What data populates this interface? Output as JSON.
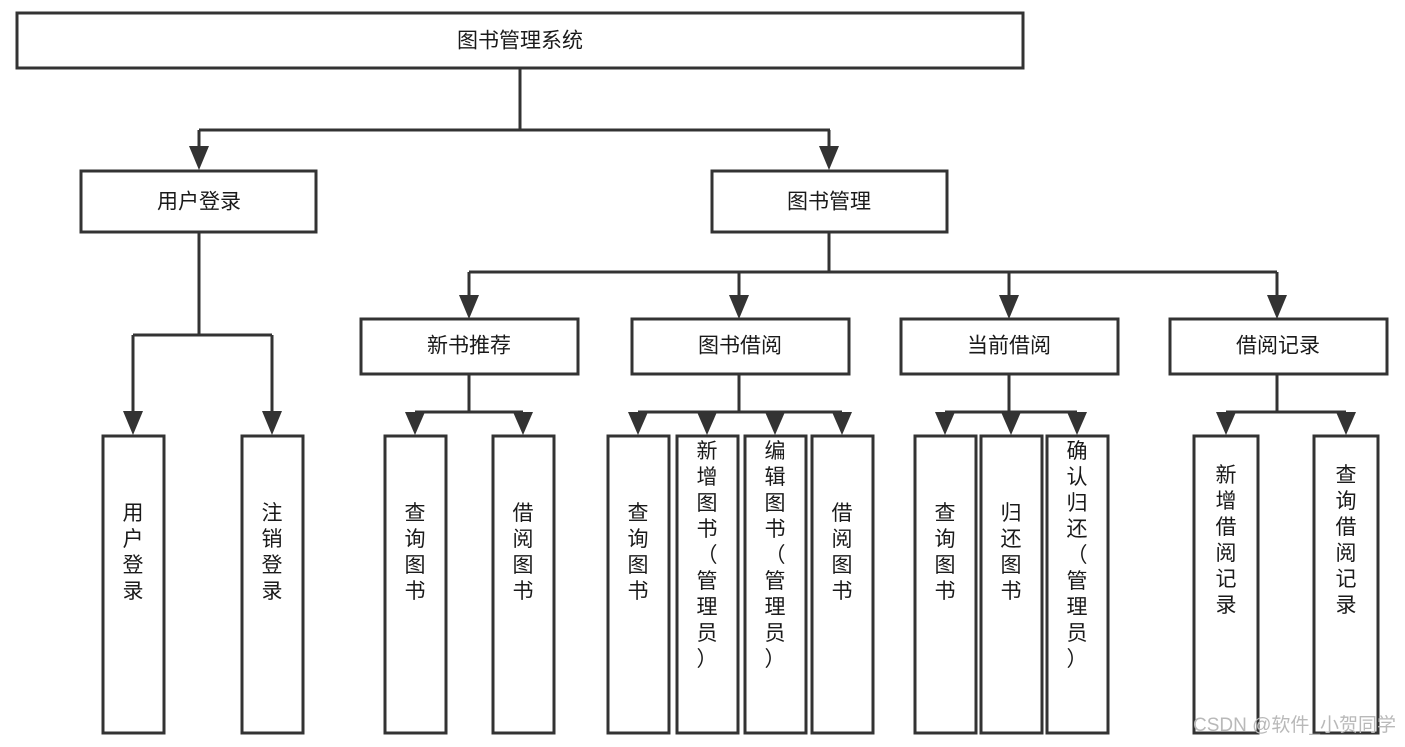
{
  "diagram": {
    "type": "tree",
    "title": "图书管理系统",
    "orientation": "top-down",
    "colors": {
      "stroke": "#333333",
      "fill": "#ffffff",
      "text": "#1a1a1a",
      "watermark": "#b9b9b9"
    },
    "root": {
      "id": "root",
      "label": "图书管理系统",
      "text_orientation": "horizontal"
    },
    "level2": [
      {
        "id": "user-login",
        "label": "用户登录",
        "text_orientation": "horizontal"
      },
      {
        "id": "book-manage",
        "label": "图书管理",
        "text_orientation": "horizontal"
      }
    ],
    "level3": [
      {
        "id": "new-book-recommend",
        "label": "新书推荐",
        "text_orientation": "horizontal",
        "parent": "book-manage"
      },
      {
        "id": "book-borrow",
        "label": "图书借阅",
        "text_orientation": "horizontal",
        "parent": "book-manage"
      },
      {
        "id": "current-borrow",
        "label": "当前借阅",
        "text_orientation": "horizontal",
        "parent": "book-manage"
      },
      {
        "id": "borrow-record",
        "label": "借阅记录",
        "text_orientation": "horizontal",
        "parent": "book-manage"
      }
    ],
    "leaves": [
      {
        "id": "leaf-user-login",
        "label": "用户登录",
        "text_orientation": "vertical",
        "parent": "user-login"
      },
      {
        "id": "leaf-logout",
        "label": "注销登录",
        "text_orientation": "vertical",
        "parent": "user-login"
      },
      {
        "id": "leaf-query-book-1",
        "label": "查询图书",
        "text_orientation": "vertical",
        "parent": "new-book-recommend"
      },
      {
        "id": "leaf-borrow-book-1",
        "label": "借阅图书",
        "text_orientation": "vertical",
        "parent": "new-book-recommend"
      },
      {
        "id": "leaf-query-book-2",
        "label": "查询图书",
        "text_orientation": "vertical",
        "parent": "book-borrow"
      },
      {
        "id": "leaf-add-book",
        "label": "新增图书（管理员）",
        "text_orientation": "vertical",
        "parent": "book-borrow"
      },
      {
        "id": "leaf-edit-book",
        "label": "编辑图书（管理员）",
        "text_orientation": "vertical",
        "parent": "book-borrow"
      },
      {
        "id": "leaf-borrow-book-2",
        "label": "借阅图书",
        "text_orientation": "vertical",
        "parent": "book-borrow"
      },
      {
        "id": "leaf-query-book-3",
        "label": "查询图书",
        "text_orientation": "vertical",
        "parent": "current-borrow"
      },
      {
        "id": "leaf-return-book",
        "label": "归还图书",
        "text_orientation": "vertical",
        "parent": "current-borrow"
      },
      {
        "id": "leaf-confirm-return",
        "label": "确认归还（管理员）",
        "text_orientation": "vertical",
        "parent": "current-borrow"
      },
      {
        "id": "leaf-add-record",
        "label": "新增借阅记录",
        "text_orientation": "vertical",
        "parent": "borrow-record"
      },
      {
        "id": "leaf-query-record",
        "label": "查询借阅记录",
        "text_orientation": "vertical",
        "parent": "borrow-record"
      }
    ],
    "watermark": "CSDN @软件_小贺同学"
  }
}
